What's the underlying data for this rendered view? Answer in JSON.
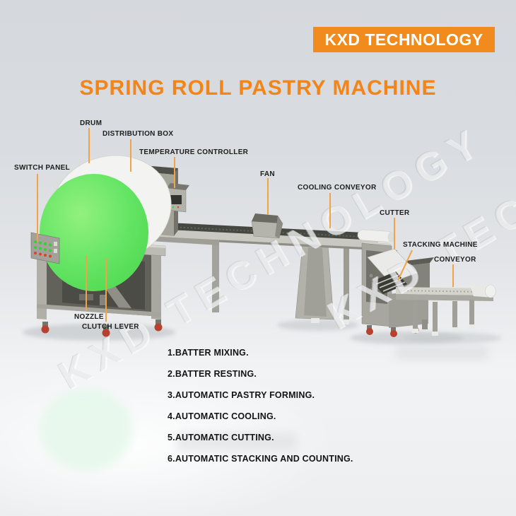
{
  "banner": {
    "text": "KXD TECHNOLOGY",
    "bg_color": "#f28b1d",
    "text_color": "#ffffff"
  },
  "title": {
    "text": "SPRING ROLL PASTRY MACHINE",
    "color": "#f28519"
  },
  "watermark": {
    "text": "KXD TECHNOLOGY"
  },
  "callouts": {
    "switch_panel": "SWITCH PANEL",
    "drum": "DRUM",
    "distribution_box": "DISTRIBUTION BOX",
    "temperature_controller": "TEMPERATURE CONTROLLER",
    "fan": "FAN",
    "cooling_conveyor": "COOLING CONVEYOR",
    "cutter": "CUTTER",
    "stacking_machine": "STACKING MACHINE",
    "conveyor": "CONVEYOR",
    "nozzle": "NOZZLE",
    "clutch_lever": "CLUTCH LEVER"
  },
  "features": [
    "1.BATTER MIXING.",
    "2.BATTER RESTING.",
    "3.AUTOMATIC PASTRY FORMING.",
    "4.AUTOMATIC COOLING.",
    "5.AUTOMATIC CUTTING.",
    "6.AUTOMATIC STACKING AND COUNTING."
  ],
  "colors": {
    "callout_line": "#f0a347",
    "drum_green": "#5fe25f",
    "machine_gray": "#a8a8a0",
    "belt_dark": "#454840",
    "caster_red": "#b7402e"
  }
}
